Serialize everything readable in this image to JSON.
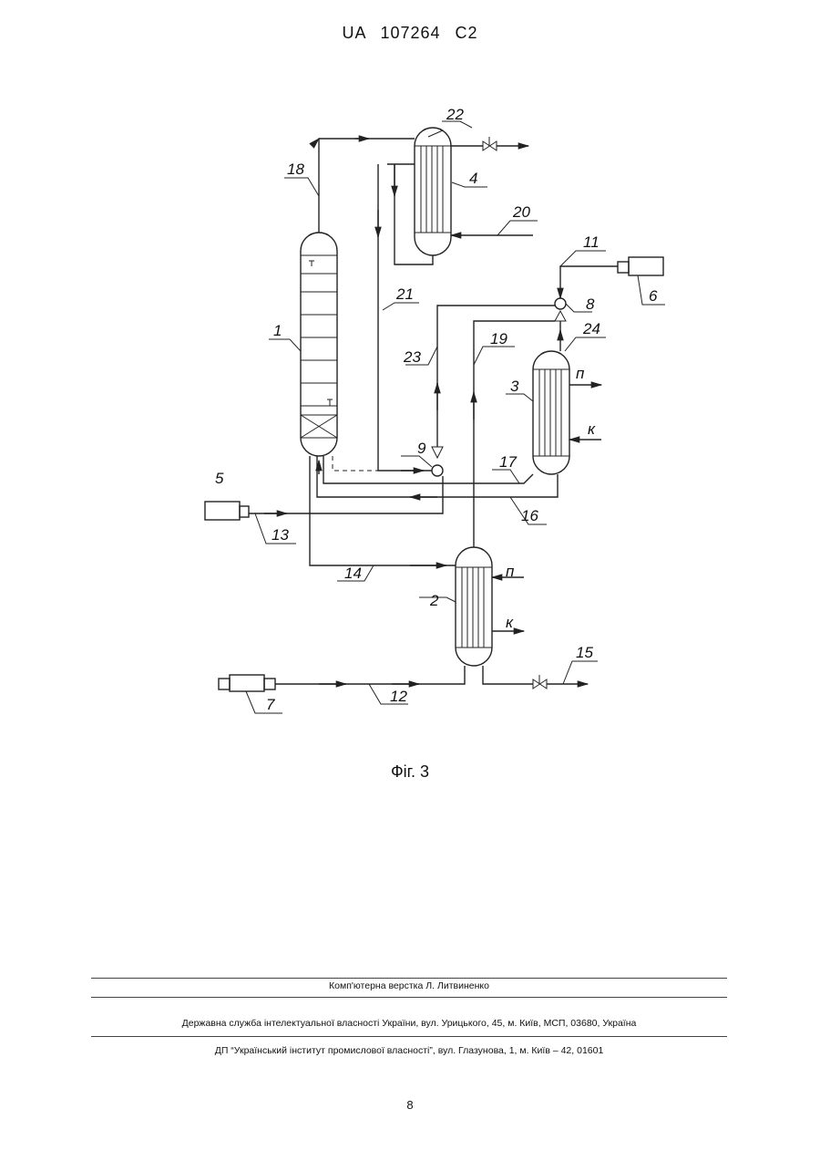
{
  "header": {
    "patent_id": "UA   107264   C2"
  },
  "figure": {
    "caption": "Фіг. 3",
    "labels": {
      "n1": "1",
      "n2": "2",
      "n3": "3",
      "n4": "4",
      "n5": "5",
      "n6": "6",
      "n7": "7",
      "n8": "8",
      "n9": "9",
      "n11": "11",
      "n12": "12",
      "n13": "13",
      "n14": "14",
      "n15": "15",
      "n16": "16",
      "n17": "17",
      "n18": "18",
      "n19": "19",
      "n20": "20",
      "n21": "21",
      "n22": "22",
      "n23": "23",
      "n24": "24",
      "p_steam": "п",
      "k_condensate": "к"
    }
  },
  "footer": {
    "typesetting": "Комп'ютерна верстка Л. Литвиненко",
    "agency": "Державна служба інтелектуальної власності України, вул. Урицького, 45, м. Київ, МСП, 03680, Україна",
    "institute": "ДП “Український інститут промислової власності”, вул. Глазунова, 1, м. Київ – 42, 01601"
  },
  "page_number": "8"
}
